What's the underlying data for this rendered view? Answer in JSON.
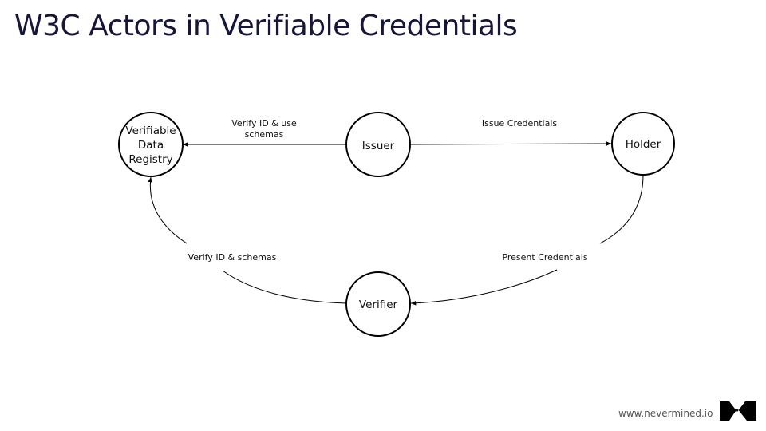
{
  "title": "W3C Actors in Verifiable Credentials",
  "nodes": {
    "registry": [
      "Verifiable",
      "Data",
      "Registry"
    ],
    "issuer": "Issuer",
    "holder": "Holder",
    "verifier": "Verifier"
  },
  "edges": {
    "issuer_to_registry": [
      "Verify ID & use",
      "schemas"
    ],
    "issuer_to_holder": "Issue Credentials",
    "holder_to_verifier": "Present Credentials",
    "verifier_to_registry": "Verify ID & schemas"
  },
  "footer": {
    "url": "www.nevermined.io"
  },
  "logo_icon": "nevermined-logo-icon",
  "colors": {
    "title": "#16163a",
    "stroke": "#000000",
    "logo": "#000000"
  }
}
